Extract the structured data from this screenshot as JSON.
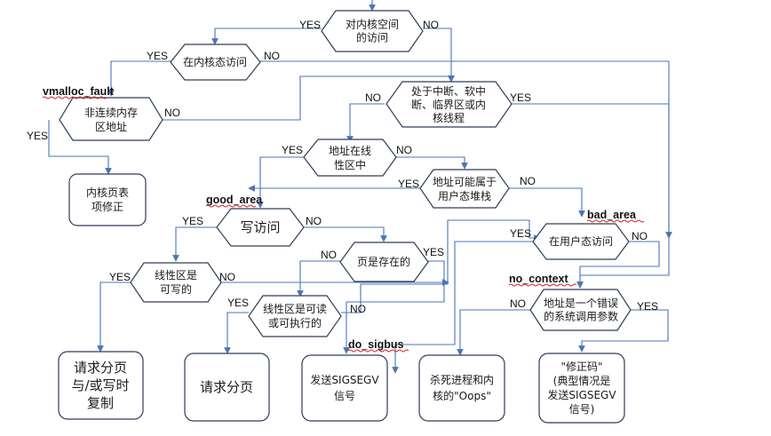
{
  "nodes": {
    "kernel_space_access": [
      "对内核空间",
      "的访问"
    ],
    "in_kernel_mode": [
      "在内核态访问"
    ],
    "noncontiguous_area": [
      "非连续内存",
      "区地址"
    ],
    "kernel_pagetable_fix": [
      "内核页表",
      "项修正"
    ],
    "interrupt_or_kthread": [
      "处于中断、软中",
      "断、临界区或内",
      "核线程"
    ],
    "addr_in_linear_area": [
      "地址在线",
      "性区中"
    ],
    "maybe_user_stack": [
      "地址可能属于",
      "用户态堆栈"
    ],
    "write_access": [
      "写访问"
    ],
    "page_present": [
      "页是存在的"
    ],
    "in_user_mode": [
      "在用户态访问"
    ],
    "area_writable": [
      "线性区是",
      "可写的"
    ],
    "area_readable_exec": [
      "线性区是可读",
      "或可执行的"
    ],
    "syscall_param_error": [
      "地址是一个错误",
      "的系统调用参数"
    ],
    "cow_paging": [
      "请求分页",
      "与/或写时",
      "复制"
    ],
    "demand_paging": [
      "请求分页"
    ],
    "send_sigsegv": [
      "发送SIGSEGV",
      "信号"
    ],
    "kill_oops": [
      "杀死进程和内",
      "核的\"Oops\""
    ],
    "fixup_code": [
      "\"修正码\"",
      "(典型情况是",
      "发送SIGSEGV",
      "信号)"
    ]
  },
  "edge_labels": {
    "kernel_space_yes": "YES",
    "kernel_space_no": "NO",
    "kernel_mode_yes": "YES",
    "kernel_mode_no": "NO",
    "noncontig_yes": "YES",
    "noncontig_no": "NO",
    "interrupt_no": "NO",
    "interrupt_yes": "YES",
    "linear_yes": "YES",
    "linear_no": "NO",
    "stack_yes": "YES",
    "stack_no": "NO",
    "write_yes": "YES",
    "write_no": "NO",
    "present_no": "NO",
    "present_yes": "YES",
    "user_mode_yes": "YES",
    "user_mode_no": "NO",
    "writable_yes": "YES",
    "writable_no": "NO",
    "readable_yes": "YES",
    "readable_no": "NO",
    "syscall_no": "NO",
    "syscall_yes": "YES"
  },
  "section_labels": {
    "vmalloc_fault": "vmalloc_fault",
    "good_area": "good_area",
    "bad_area": "bad_area",
    "no_context": "no_context",
    "do_sigbus": "do_sigbus"
  }
}
